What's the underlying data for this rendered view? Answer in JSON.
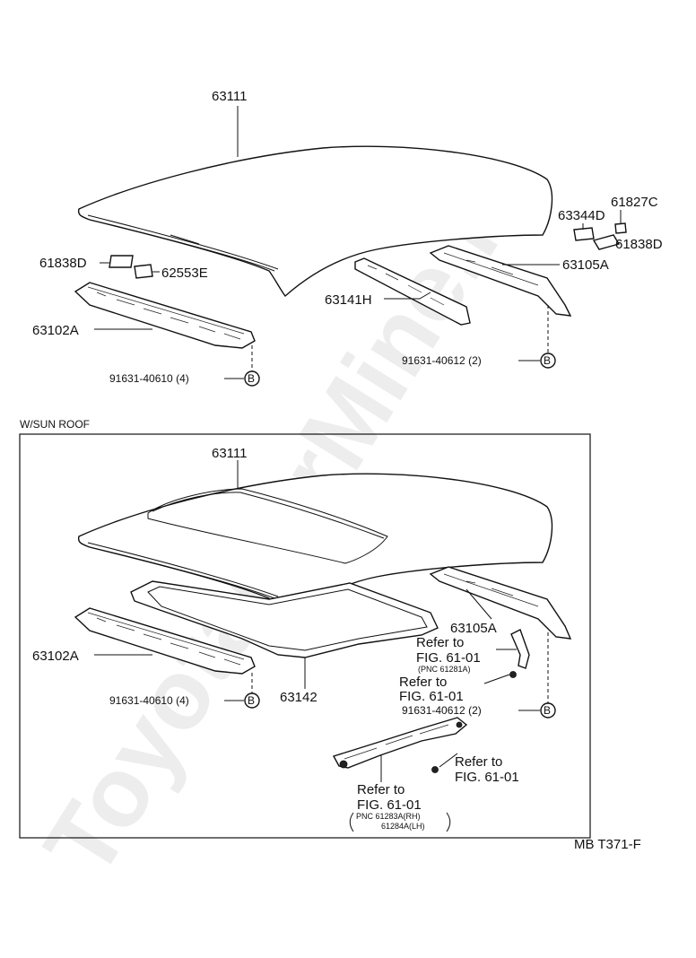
{
  "watermark": "ToyotaCarMine.ru",
  "section_heading": "W/SUN ROOF",
  "figure_code": "MB T371-F",
  "bolt_symbol": "B",
  "top": {
    "roof_panel": "63111",
    "pad_left": "61838D",
    "pad_left_2": "62553E",
    "reinforcement_front": "63102A",
    "bolt_left": "91631-40610 (4)",
    "bow": "63141H",
    "pad_right_top": "61827C",
    "pad_right_mid": "63344D",
    "pad_right_low": "61838D",
    "reinforcement_rear": "63105A",
    "bolt_right": "91631-40612 (2)"
  },
  "bottom": {
    "roof_panel": "63111",
    "reinforcement_front": "63102A",
    "bolt_left": "91631-40610 (4)",
    "sunroof_frame": "63142",
    "reinforcement_rear": "63105A",
    "ref1_line1": "Refer to",
    "ref1_line2": "FIG. 61-01",
    "ref1_pnc": "(PNC 61281A)",
    "ref2_line1": "Refer to",
    "ref2_line2": "FIG. 61-01",
    "bolt_right": "91631-40612 (2)",
    "ref3_line1": "Refer to",
    "ref3_line2": "FIG. 61-01",
    "ref4_line1": "Refer to",
    "ref4_line2": "FIG. 61-01",
    "ref4_pnc_1": "PNC 61283A(RH)",
    "ref4_pnc_2": "61284A(LH)"
  }
}
